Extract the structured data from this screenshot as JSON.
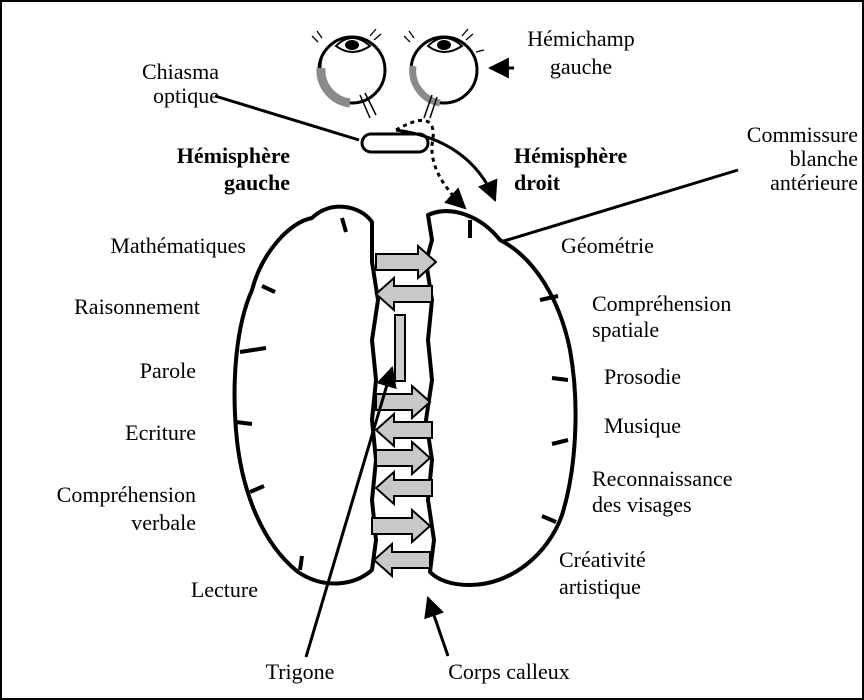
{
  "top": {
    "chiasma": [
      "Chiasma",
      "optique"
    ],
    "hemichamp": [
      "Hémichamp",
      "gauche"
    ],
    "commissure": [
      "Commissure",
      "blanche",
      "antérieure"
    ]
  },
  "hemispheres": {
    "left": [
      "Hémisphère",
      "gauche"
    ],
    "right": [
      "Hémisphère",
      "droit"
    ]
  },
  "left_functions": {
    "f1": "Mathématiques",
    "f2": "Raisonnement",
    "f3": "Parole",
    "f4": "Ecriture",
    "f5": [
      "Compréhension",
      "verbale"
    ],
    "f6": "Lecture"
  },
  "right_functions": {
    "f1": "Géométrie",
    "f2": [
      "Compréhension",
      "spatiale"
    ],
    "f3": "Prosodie",
    "f4": "Musique",
    "f5": [
      "Reconnaissance",
      "des visages"
    ],
    "f6": [
      "Créativité",
      "artistique"
    ]
  },
  "bottom": {
    "trigone": "Trigone",
    "corps": "Corps calleux"
  },
  "icons": {
    "left_eye": "eye-icon",
    "right_eye": "eye-icon"
  },
  "colors": {
    "stroke": "#000000",
    "arrow_fill": "#bdbdbd"
  }
}
